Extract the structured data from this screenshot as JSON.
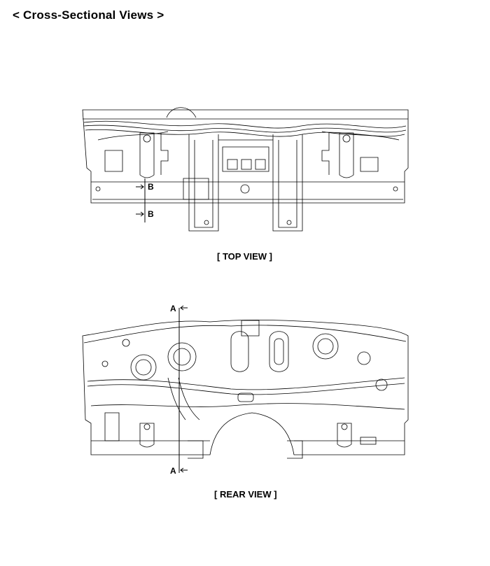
{
  "page_title": "< Cross-Sectional Views >",
  "views": {
    "top": {
      "caption": "[ TOP VIEW ]",
      "section_label": "B"
    },
    "rear": {
      "caption": "[ REAR VIEW ]",
      "section_label": "A"
    }
  }
}
